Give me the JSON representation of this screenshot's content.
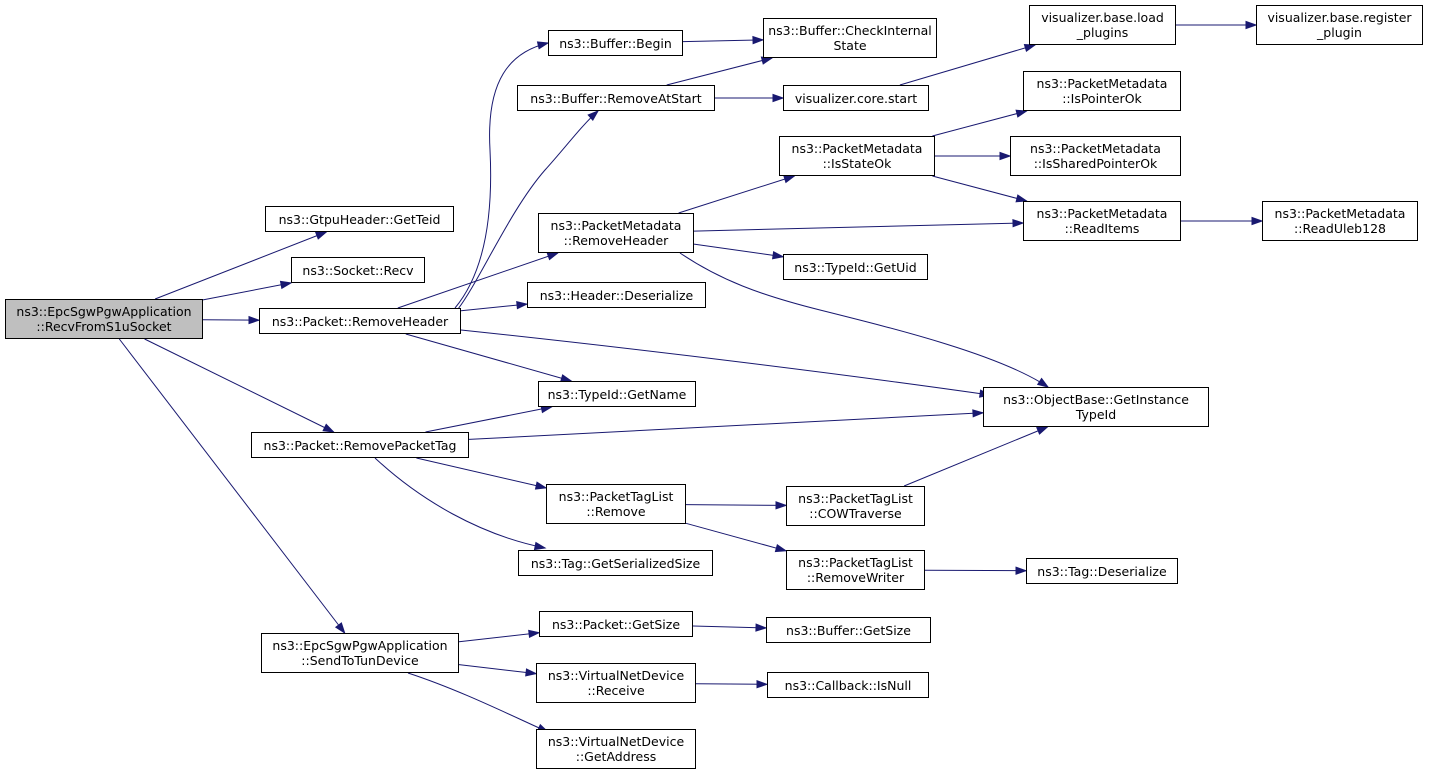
{
  "colors": {
    "edge": "#191970",
    "root_fill": "#bfbfbf",
    "node_fill": "#ffffff",
    "border": "#000000"
  },
  "nodes": [
    {
      "id": "recv_s1u",
      "lines": [
        "ns3::EpcSgwPgwApplication",
        "::RecvFromS1uSocket"
      ],
      "root": true,
      "link": false
    },
    {
      "id": "gtpu_getteid",
      "lines": [
        "ns3::GtpuHeader::GetTeid"
      ]
    },
    {
      "id": "socket_recv",
      "lines": [
        "ns3::Socket::Recv"
      ]
    },
    {
      "id": "packet_removeheader",
      "lines": [
        "ns3::Packet::RemoveHeader"
      ]
    },
    {
      "id": "packet_removepackettag",
      "lines": [
        "ns3::Packet::RemovePacketTag"
      ]
    },
    {
      "id": "send_tun",
      "lines": [
        "ns3::EpcSgwPgwApplication",
        "::SendToTunDevice"
      ]
    },
    {
      "id": "buffer_begin",
      "lines": [
        "ns3::Buffer::Begin"
      ]
    },
    {
      "id": "buffer_removeatstart",
      "lines": [
        "ns3::Buffer::RemoveAtStart"
      ]
    },
    {
      "id": "pm_removeheader",
      "lines": [
        "ns3::PacketMetadata",
        "::RemoveHeader"
      ]
    },
    {
      "id": "header_deserialize",
      "lines": [
        "ns3::Header::Deserialize"
      ]
    },
    {
      "id": "typeid_getname",
      "lines": [
        "ns3::TypeId::GetName"
      ]
    },
    {
      "id": "ptl_remove",
      "lines": [
        "ns3::PacketTagList",
        "::Remove"
      ]
    },
    {
      "id": "tag_getserializedsize",
      "lines": [
        "ns3::Tag::GetSerializedSize"
      ]
    },
    {
      "id": "packet_getsize",
      "lines": [
        "ns3::Packet::GetSize"
      ]
    },
    {
      "id": "vnd_receive",
      "lines": [
        "ns3::VirtualNetDevice",
        "::Receive"
      ]
    },
    {
      "id": "vnd_getaddress",
      "lines": [
        "ns3::VirtualNetDevice",
        "::GetAddress"
      ]
    },
    {
      "id": "buffer_checkinternal",
      "lines": [
        "ns3::Buffer::CheckInternal",
        "State"
      ]
    },
    {
      "id": "viz_core_start",
      "lines": [
        "visualizer.core.start"
      ]
    },
    {
      "id": "pm_isstateok",
      "lines": [
        "ns3::PacketMetadata",
        "::IsStateOk"
      ]
    },
    {
      "id": "typeid_getuid",
      "lines": [
        "ns3::TypeId::GetUid"
      ]
    },
    {
      "id": "objectbase_getinstancetypeid",
      "lines": [
        "ns3::ObjectBase::GetInstance",
        "TypeId"
      ]
    },
    {
      "id": "ptl_cowtraverse",
      "lines": [
        "ns3::PacketTagList",
        "::COWTraverse"
      ]
    },
    {
      "id": "ptl_removewriter",
      "lines": [
        "ns3::PacketTagList",
        "::RemoveWriter"
      ]
    },
    {
      "id": "buffer_getsize",
      "lines": [
        "ns3::Buffer::GetSize"
      ]
    },
    {
      "id": "callback_isnull",
      "lines": [
        "ns3::Callback::IsNull"
      ]
    },
    {
      "id": "viz_base_load_plugins",
      "lines": [
        "visualizer.base.load",
        "_plugins"
      ]
    },
    {
      "id": "pm_ispointerok",
      "lines": [
        "ns3::PacketMetadata",
        "::IsPointerOk"
      ]
    },
    {
      "id": "pm_issharedpointerok",
      "lines": [
        "ns3::PacketMetadata",
        "::IsSharedPointerOk"
      ]
    },
    {
      "id": "pm_readitems",
      "lines": [
        "ns3::PacketMetadata",
        "::ReadItems"
      ]
    },
    {
      "id": "tag_deserialize",
      "lines": [
        "ns3::Tag::Deserialize"
      ]
    },
    {
      "id": "viz_base_register_plugin",
      "lines": [
        "visualizer.base.register",
        "_plugin"
      ]
    },
    {
      "id": "pm_readuleb128",
      "lines": [
        "ns3::PacketMetadata",
        "::ReadUleb128"
      ]
    }
  ],
  "edges": [
    [
      "recv_s1u",
      "gtpu_getteid"
    ],
    [
      "recv_s1u",
      "socket_recv"
    ],
    [
      "recv_s1u",
      "packet_removeheader"
    ],
    [
      "recv_s1u",
      "packet_removepackettag"
    ],
    [
      "recv_s1u",
      "send_tun"
    ],
    [
      "packet_removeheader",
      "buffer_begin"
    ],
    [
      "packet_removeheader",
      "buffer_removeatstart"
    ],
    [
      "packet_removeheader",
      "pm_removeheader"
    ],
    [
      "packet_removeheader",
      "header_deserialize"
    ],
    [
      "packet_removeheader",
      "typeid_getname"
    ],
    [
      "packet_removeheader",
      "objectbase_getinstancetypeid"
    ],
    [
      "packet_removepackettag",
      "typeid_getname"
    ],
    [
      "packet_removepackettag",
      "objectbase_getinstancetypeid"
    ],
    [
      "packet_removepackettag",
      "ptl_remove"
    ],
    [
      "packet_removepackettag",
      "tag_getserializedsize"
    ],
    [
      "send_tun",
      "packet_getsize"
    ],
    [
      "send_tun",
      "vnd_receive"
    ],
    [
      "send_tun",
      "vnd_getaddress"
    ],
    [
      "buffer_begin",
      "buffer_checkinternal"
    ],
    [
      "buffer_removeatstart",
      "buffer_checkinternal"
    ],
    [
      "buffer_removeatstart",
      "viz_core_start"
    ],
    [
      "pm_removeheader",
      "pm_isstateok"
    ],
    [
      "pm_removeheader",
      "pm_readitems"
    ],
    [
      "pm_removeheader",
      "typeid_getuid"
    ],
    [
      "pm_removeheader",
      "objectbase_getinstancetypeid"
    ],
    [
      "ptl_remove",
      "ptl_cowtraverse"
    ],
    [
      "ptl_remove",
      "ptl_removewriter"
    ],
    [
      "packet_getsize",
      "buffer_getsize"
    ],
    [
      "vnd_receive",
      "callback_isnull"
    ],
    [
      "viz_core_start",
      "viz_base_load_plugins"
    ],
    [
      "pm_isstateok",
      "pm_ispointerok"
    ],
    [
      "pm_isstateok",
      "pm_issharedpointerok"
    ],
    [
      "pm_isstateok",
      "pm_readitems"
    ],
    [
      "ptl_cowtraverse",
      "objectbase_getinstancetypeid"
    ],
    [
      "ptl_removewriter",
      "tag_deserialize"
    ],
    [
      "viz_base_load_plugins",
      "viz_base_register_plugin"
    ],
    [
      "pm_readitems",
      "pm_readuleb128"
    ]
  ]
}
